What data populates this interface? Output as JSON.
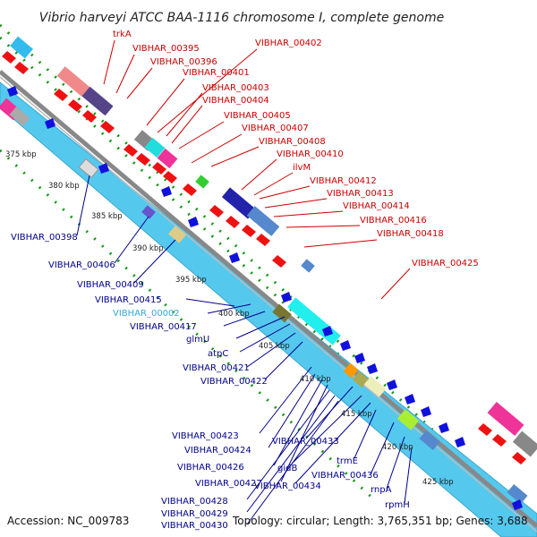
{
  "title": "Vibrio harveyi ATCC BAA-1116 chromosome I, complete genome",
  "footer": {
    "accession": "Accession: NC_009783",
    "topology": "Topology: circular; Length: 3,765,351 bp; Genes: 3,688"
  },
  "colors": {
    "forward_label": "#cc0000",
    "reverse_label": "#00008b",
    "highlight_label": "#33aadd",
    "backbone": "#777777",
    "strand_fill": "#55c8ee",
    "forward_arrow": "#ee1111",
    "reverse_arrow": "#1111dd",
    "tick_dots": "#119911"
  },
  "kbp_ticks": [
    "375 kbp",
    "380 kbp",
    "385 kbp",
    "390 kbp",
    "395 kbp",
    "400 kbp",
    "405 kbp",
    "410 kbp",
    "415 kbp",
    "420 kbp",
    "425 kbp"
  ],
  "forward_labels": [
    "trkA",
    "VIBHAR_00395",
    "VIBHAR_00396",
    "VIBHAR_00401",
    "VIBHAR_00402",
    "VIBHAR_00403",
    "VIBHAR_00404",
    "VIBHAR_00405",
    "VIBHAR_00407",
    "VIBHAR_00408",
    "VIBHAR_00410",
    "ilvM",
    "VIBHAR_00412",
    "VIBHAR_00413",
    "VIBHAR_00414",
    "VIBHAR_00416",
    "VIBHAR_00418",
    "VIBHAR_00425"
  ],
  "reverse_labels": [
    "VIBHAR_00398",
    "VIBHAR_00406",
    "VIBHAR_00409",
    "VIBHAR_00415",
    "VIBHAR_00002",
    "VIBHAR_00417",
    "glmU",
    "atpC",
    "VIBHAR_00421",
    "VIBHAR_00422",
    "VIBHAR_00423",
    "VIBHAR_00424",
    "VIBHAR_00426",
    "VIBHAR_00427",
    "VIBHAR_00428",
    "VIBHAR_00429",
    "VIBHAR_00430",
    "VIBHAR_00433",
    "gidB",
    "VIBHAR_00434",
    "trmE",
    "VIBHAR_00436",
    "rnpA",
    "rpmH"
  ]
}
